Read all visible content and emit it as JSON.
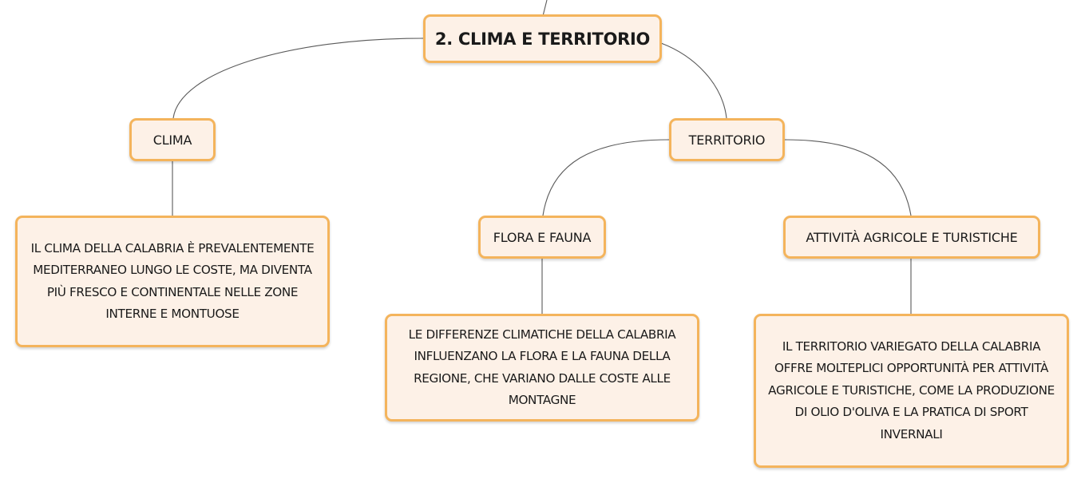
{
  "diagram": {
    "root": {
      "label": "2. CLIMA E TERRITORIO"
    },
    "clima": {
      "label": "CLIMA",
      "description": "IL CLIMA DELLA CALABRIA È PREVALENTEMENTE MEDITERRANEO LUNGO LE COSTE, MA DIVENTA PIÙ FRESCO E CONTINENTALE NELLE ZONE INTERNE E MONTUOSE"
    },
    "territorio": {
      "label": "TERRITORIO",
      "flora": {
        "label": "FLORA E FAUNA",
        "description": "LE DIFFERENZE CLIMATICHE DELLA CALABRIA INFLUENZANO LA FLORA E LA FAUNA DELLA REGIONE, CHE VARIANO DALLE COSTE ALLE MONTAGNE"
      },
      "attivita": {
        "label": "ATTIVITÀ AGRICOLE E TURISTICHE",
        "description": "IL TERRITORIO VARIEGATO DELLA CALABRIA OFFRE MOLTEPLICI OPPORTUNITÀ PER ATTIVITÀ AGRICOLE E TURISTICHE, COME LA PRODUZIONE DI OLIO D'OLIVA E LA PRATICA DI SPORT INVERNALI"
      }
    }
  },
  "colors": {
    "node_fill": "#fdf1e7",
    "node_border": "#f4b45c",
    "connector": "#5a5a5a"
  }
}
